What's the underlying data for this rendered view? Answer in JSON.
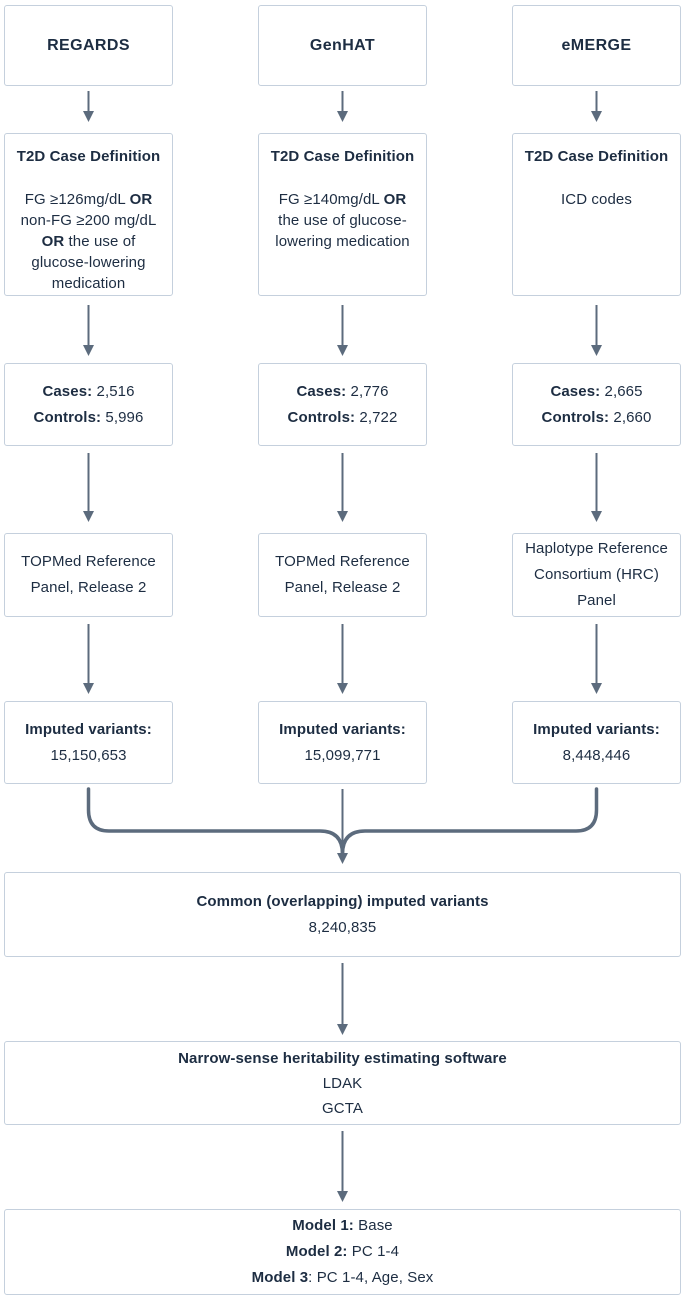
{
  "colors": {
    "box_border": "#c5d0dd",
    "text": "#1d2d42",
    "arrow": "#5c6b7d",
    "background": "#ffffff"
  },
  "columns": [
    {
      "name": "REGARDS",
      "case_definition": {
        "title": "T2D Case Definition",
        "l1a": "FG ≥126mg/dL ",
        "l1b": "OR",
        "l2": "non-FG ≥200 mg/dL",
        "l3a": "OR",
        "l3b": " the use of",
        "l4": "glucose-lowering",
        "l5": "medication"
      },
      "counts": {
        "cases_label": "Cases:",
        "cases_value": "2,516",
        "controls_label": "Controls:",
        "controls_value": "5,996"
      },
      "panel": {
        "l1": "TOPMed Reference",
        "l2": "Panel, Release 2"
      },
      "imputed": {
        "label": "Imputed variants:",
        "value": "15,150,653"
      }
    },
    {
      "name": "GenHAT",
      "case_definition": {
        "title": "T2D Case Definition",
        "l1a": "FG ≥140mg/dL ",
        "l1b": "OR",
        "l2": "the use of glucose-",
        "l3": "lowering medication"
      },
      "counts": {
        "cases_label": "Cases:",
        "cases_value": "2,776",
        "controls_label": "Controls:",
        "controls_value": "2,722"
      },
      "panel": {
        "l1": "TOPMed Reference",
        "l2": "Panel, Release 2"
      },
      "imputed": {
        "label": "Imputed variants:",
        "value": "15,099,771"
      }
    },
    {
      "name": "eMERGE",
      "case_definition": {
        "title": "T2D Case Definition",
        "body": "ICD codes"
      },
      "counts": {
        "cases_label": "Cases:",
        "cases_value": "2,665",
        "controls_label": "Controls:",
        "controls_value": "2,660"
      },
      "panel": {
        "l1": "Haplotype Reference",
        "l2": "Consortium (HRC)",
        "l3": "Panel"
      },
      "imputed": {
        "label": "Imputed variants:",
        "value": "8,448,446"
      }
    }
  ],
  "merge_box": {
    "title": "Common (overlapping) imputed variants",
    "value": "8,240,835"
  },
  "software_box": {
    "title": "Narrow-sense heritability estimating software",
    "item1": "LDAK",
    "item2": "GCTA"
  },
  "models_box": {
    "m1_label": "Model 1:",
    "m1_rest": " Base",
    "m2_label": "Model 2:",
    "m2_rest": " PC 1-4",
    "m3_label": "Model 3",
    "m3_rest": ": PC 1-4, Age, Sex"
  }
}
